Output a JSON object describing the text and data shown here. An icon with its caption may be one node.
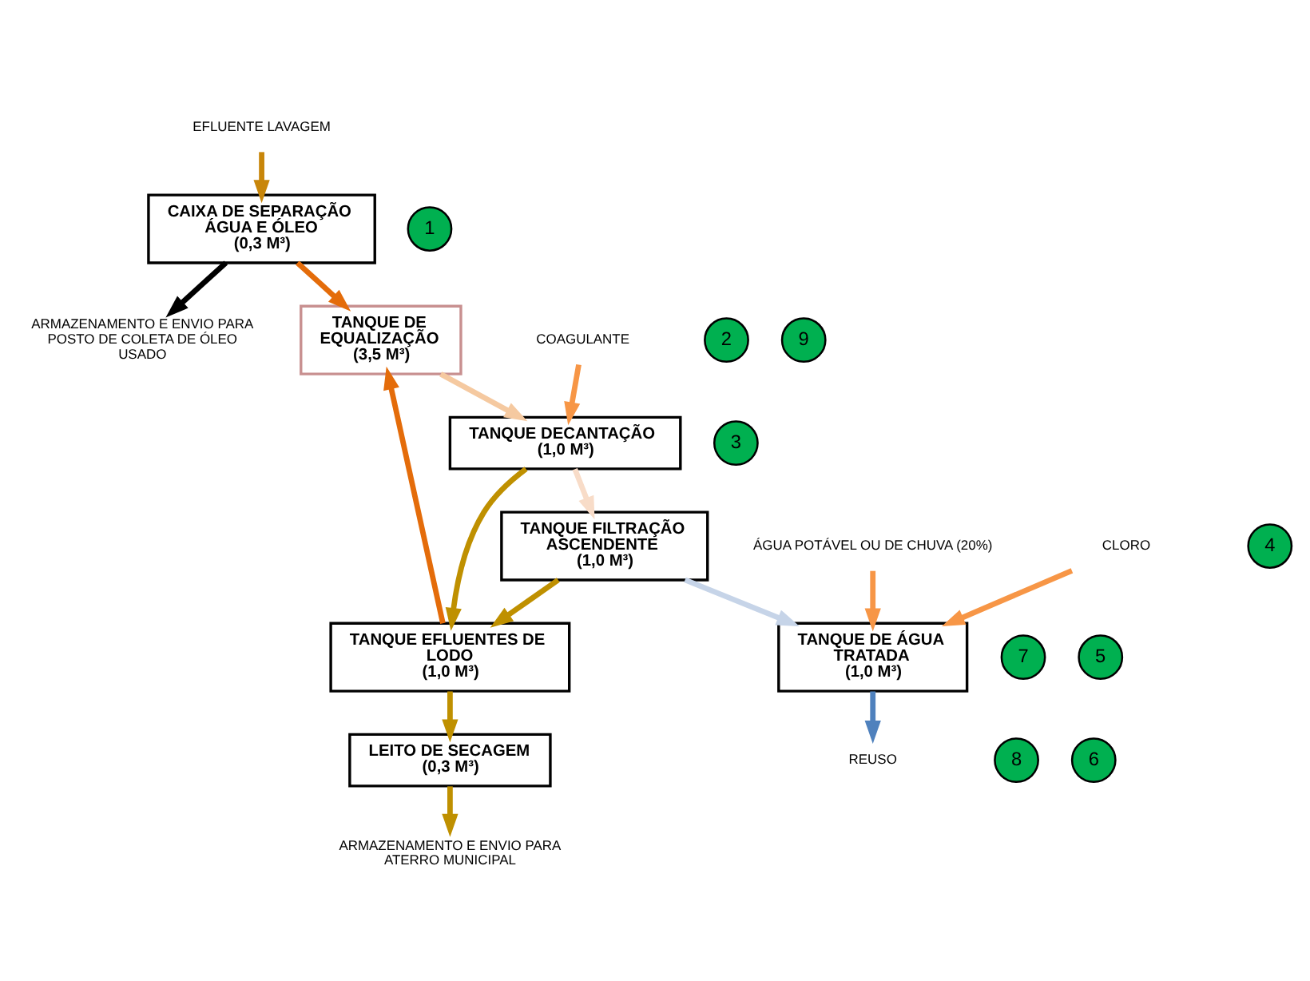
{
  "diagram": {
    "nodes": [
      {
        "text": [
          "EFLUENTE LAVAGEM"
        ]
      },
      {
        "text": [
          "1"
        ]
      },
      {
        "text": [
          "CAIXA DE SEPARAÇÃO ÁGUA E ÓLEO",
          "(0,3 M³)"
        ]
      },
      {
        "text": [
          "2"
        ]
      },
      {
        "text": [
          "TANQUE DE EQUALIZAÇÃO",
          "(3,5 M³)"
        ]
      },
      {
        "text": [
          "COAGULANTE"
        ]
      },
      {
        "text": [
          "3"
        ]
      },
      {
        "text": [
          "TANQUE DECANTAÇÃO",
          "(1,0 M³)"
        ]
      },
      {
        "text": [
          "4"
        ]
      },
      {
        "text": [
          "TANQUE FILTRAÇÃO ASCENDENTE",
          "(1,0 M³)"
        ]
      },
      {
        "text": [
          "7"
        ]
      },
      {
        "text": [
          "TANQUE EFLUENTES DE LODO",
          "(1,0 M³)"
        ]
      },
      {
        "text": [
          "9"
        ]
      },
      {
        "text": [
          "ARMAZENAMENTO E ENVIO PARA POSTO DE COLETA DE ÓLEO USADO"
        ]
      },
      {
        "text": [
          "5"
        ]
      },
      {
        "text": [
          "TANQUE DE ÁGUA TRATADA",
          "(1,0 M³)"
        ]
      },
      {
        "text": [
          "8"
        ]
      },
      {
        "text": [
          "LEITO DE SECAGEM",
          "(0,3 M³)"
        ]
      },
      {
        "text": [
          "ÁGUA POTÁVEL OU DE CHUVA (20%)"
        ]
      },
      {
        "text": [
          "CLORO"
        ]
      },
      {
        "text": [
          "ARMAZENAMENTO E ENVIO PARA ATERRO MUNICIPAL"
        ]
      },
      {
        "text": [
          "REUSO"
        ]
      },
      {
        "text": [
          "6"
        ]
      }
    ],
    "edges": [
      {
        "from": 0,
        "to": 2,
        "arrow": "to",
        "color": "#c8860a"
      },
      {
        "from": 2,
        "to": 4,
        "arrow": "to",
        "color": "#e46c0a"
      },
      {
        "from": 4,
        "to": 7,
        "arrow": "to",
        "color": "#f5c9a0"
      },
      {
        "from": 5,
        "to": 7,
        "arrow": "to",
        "color": "#f79646"
      },
      {
        "from": 7,
        "to": 11,
        "arrow": "to",
        "color": "#bf9000"
      },
      {
        "from": 7,
        "to": 9,
        "arrow": "to",
        "color": "#f8dcc8"
      },
      {
        "from": 9,
        "to": 11,
        "arrow": "to",
        "color": "#bf9000"
      },
      {
        "from": 11,
        "to": 4,
        "arrow": "to",
        "color": "#e46c0a"
      },
      {
        "from": 2,
        "to": 13,
        "arrow": "to",
        "color": "#000000"
      },
      {
        "from": 9,
        "to": 15,
        "arrow": "to",
        "color": "#c6d4e8"
      },
      {
        "from": 11,
        "to": 17,
        "arrow": "to",
        "color": "#bf9000"
      },
      {
        "from": 17,
        "to": 20,
        "arrow": "to",
        "color": "#bf9000"
      },
      {
        "from": 15,
        "to": 21,
        "arrow": "to",
        "color": "#4f81bd"
      },
      {
        "from": 18,
        "to": 15,
        "arrow": "to",
        "color": "#f79646"
      },
      {
        "from": 19,
        "to": 15,
        "arrow": "to",
        "color": "#f79646"
      }
    ]
  }
}
